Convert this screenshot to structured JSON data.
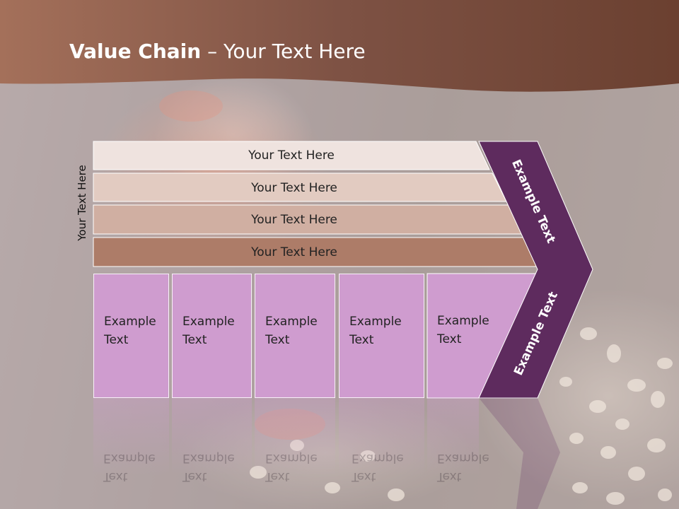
{
  "title": {
    "bold": "Value Chain",
    "rest": " – Your Text Here"
  },
  "side_label": "Your Text Here",
  "bars": [
    {
      "label": "Your Text Here",
      "color": "#efe3df"
    },
    {
      "label": "Your Text Here",
      "color": "#e2cbc1"
    },
    {
      "label": "Your Text Here",
      "color": "#d0afa2"
    },
    {
      "label": "Your Text Here",
      "color": "#ad7c68"
    }
  ],
  "cells": [
    {
      "line1": "Example",
      "line2": "Text"
    },
    {
      "line1": "Example",
      "line2": "Text"
    },
    {
      "line1": "Example",
      "line2": "Text"
    },
    {
      "line1": "Example",
      "line2": "Text"
    },
    {
      "line1": "Example",
      "line2": "Text"
    }
  ],
  "chevron": {
    "upper_label": "Example Text",
    "lower_label": "Example Text"
  },
  "colors": {
    "banner": "#7e5244",
    "cell": "#cf9ccf",
    "chevron": "#5e2b5e"
  }
}
